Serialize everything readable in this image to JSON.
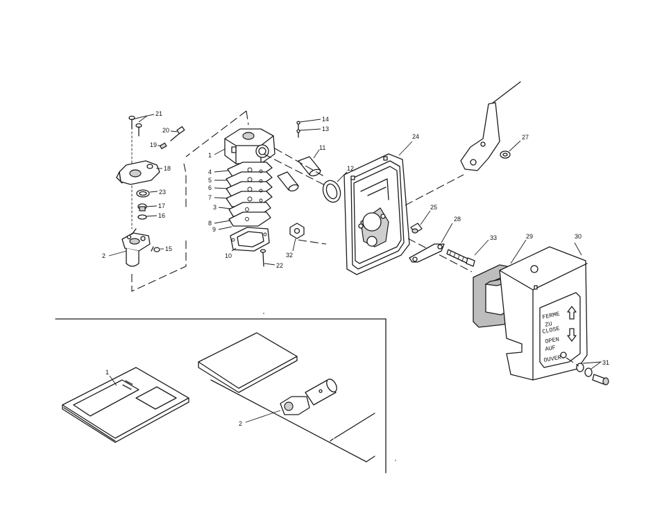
{
  "diagram": {
    "callouts": {
      "c1": "1",
      "c2": "2",
      "c3": "3",
      "c4": "4",
      "c5": "5",
      "c6": "6",
      "c7": "7",
      "c8": "8",
      "c9": "9",
      "c10": "10",
      "c11": "11",
      "c12": "12",
      "c13": "13",
      "c14": "14",
      "c15": "15",
      "c16": "16",
      "c17": "17",
      "c18": "18",
      "c19": "19",
      "c20": "20",
      "c21": "21",
      "c22": "22",
      "c23": "23",
      "c24": "24",
      "c25": "25",
      "c27": "27",
      "c28": "28",
      "c29": "29",
      "c30": "30",
      "c31": "31",
      "c32": "32",
      "c33": "33"
    },
    "kit_callouts": {
      "k1": "1",
      "k2": "2"
    },
    "cover_text": {
      "ferme": "FERME",
      "zu": "ZU",
      "close": "CLOSE",
      "open": "OPEN",
      "auf": "AUF",
      "ouvert": "OUVERT"
    }
  }
}
